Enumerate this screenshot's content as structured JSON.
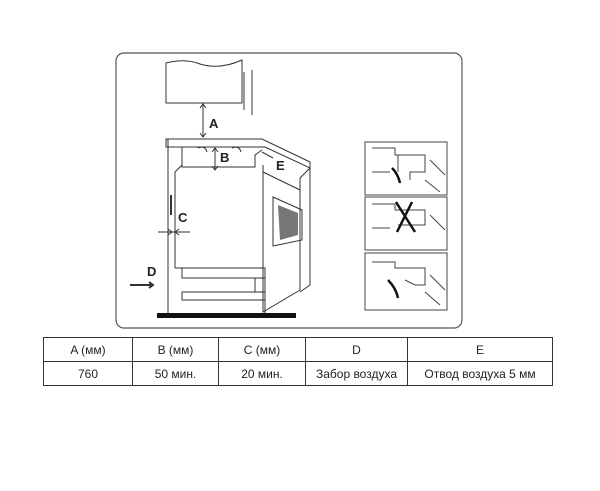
{
  "diagram": {
    "labels": {
      "a": "A",
      "b": "B",
      "c": "C",
      "d": "D",
      "e": "E"
    }
  },
  "table": {
    "headers": [
      "A (мм)",
      "B (мм)",
      "C (мм)",
      "D",
      "E"
    ],
    "values": [
      "760",
      "50 мин.",
      "20 мин.",
      "Забор воздуха",
      "Отвод воздуха 5 мм"
    ]
  }
}
